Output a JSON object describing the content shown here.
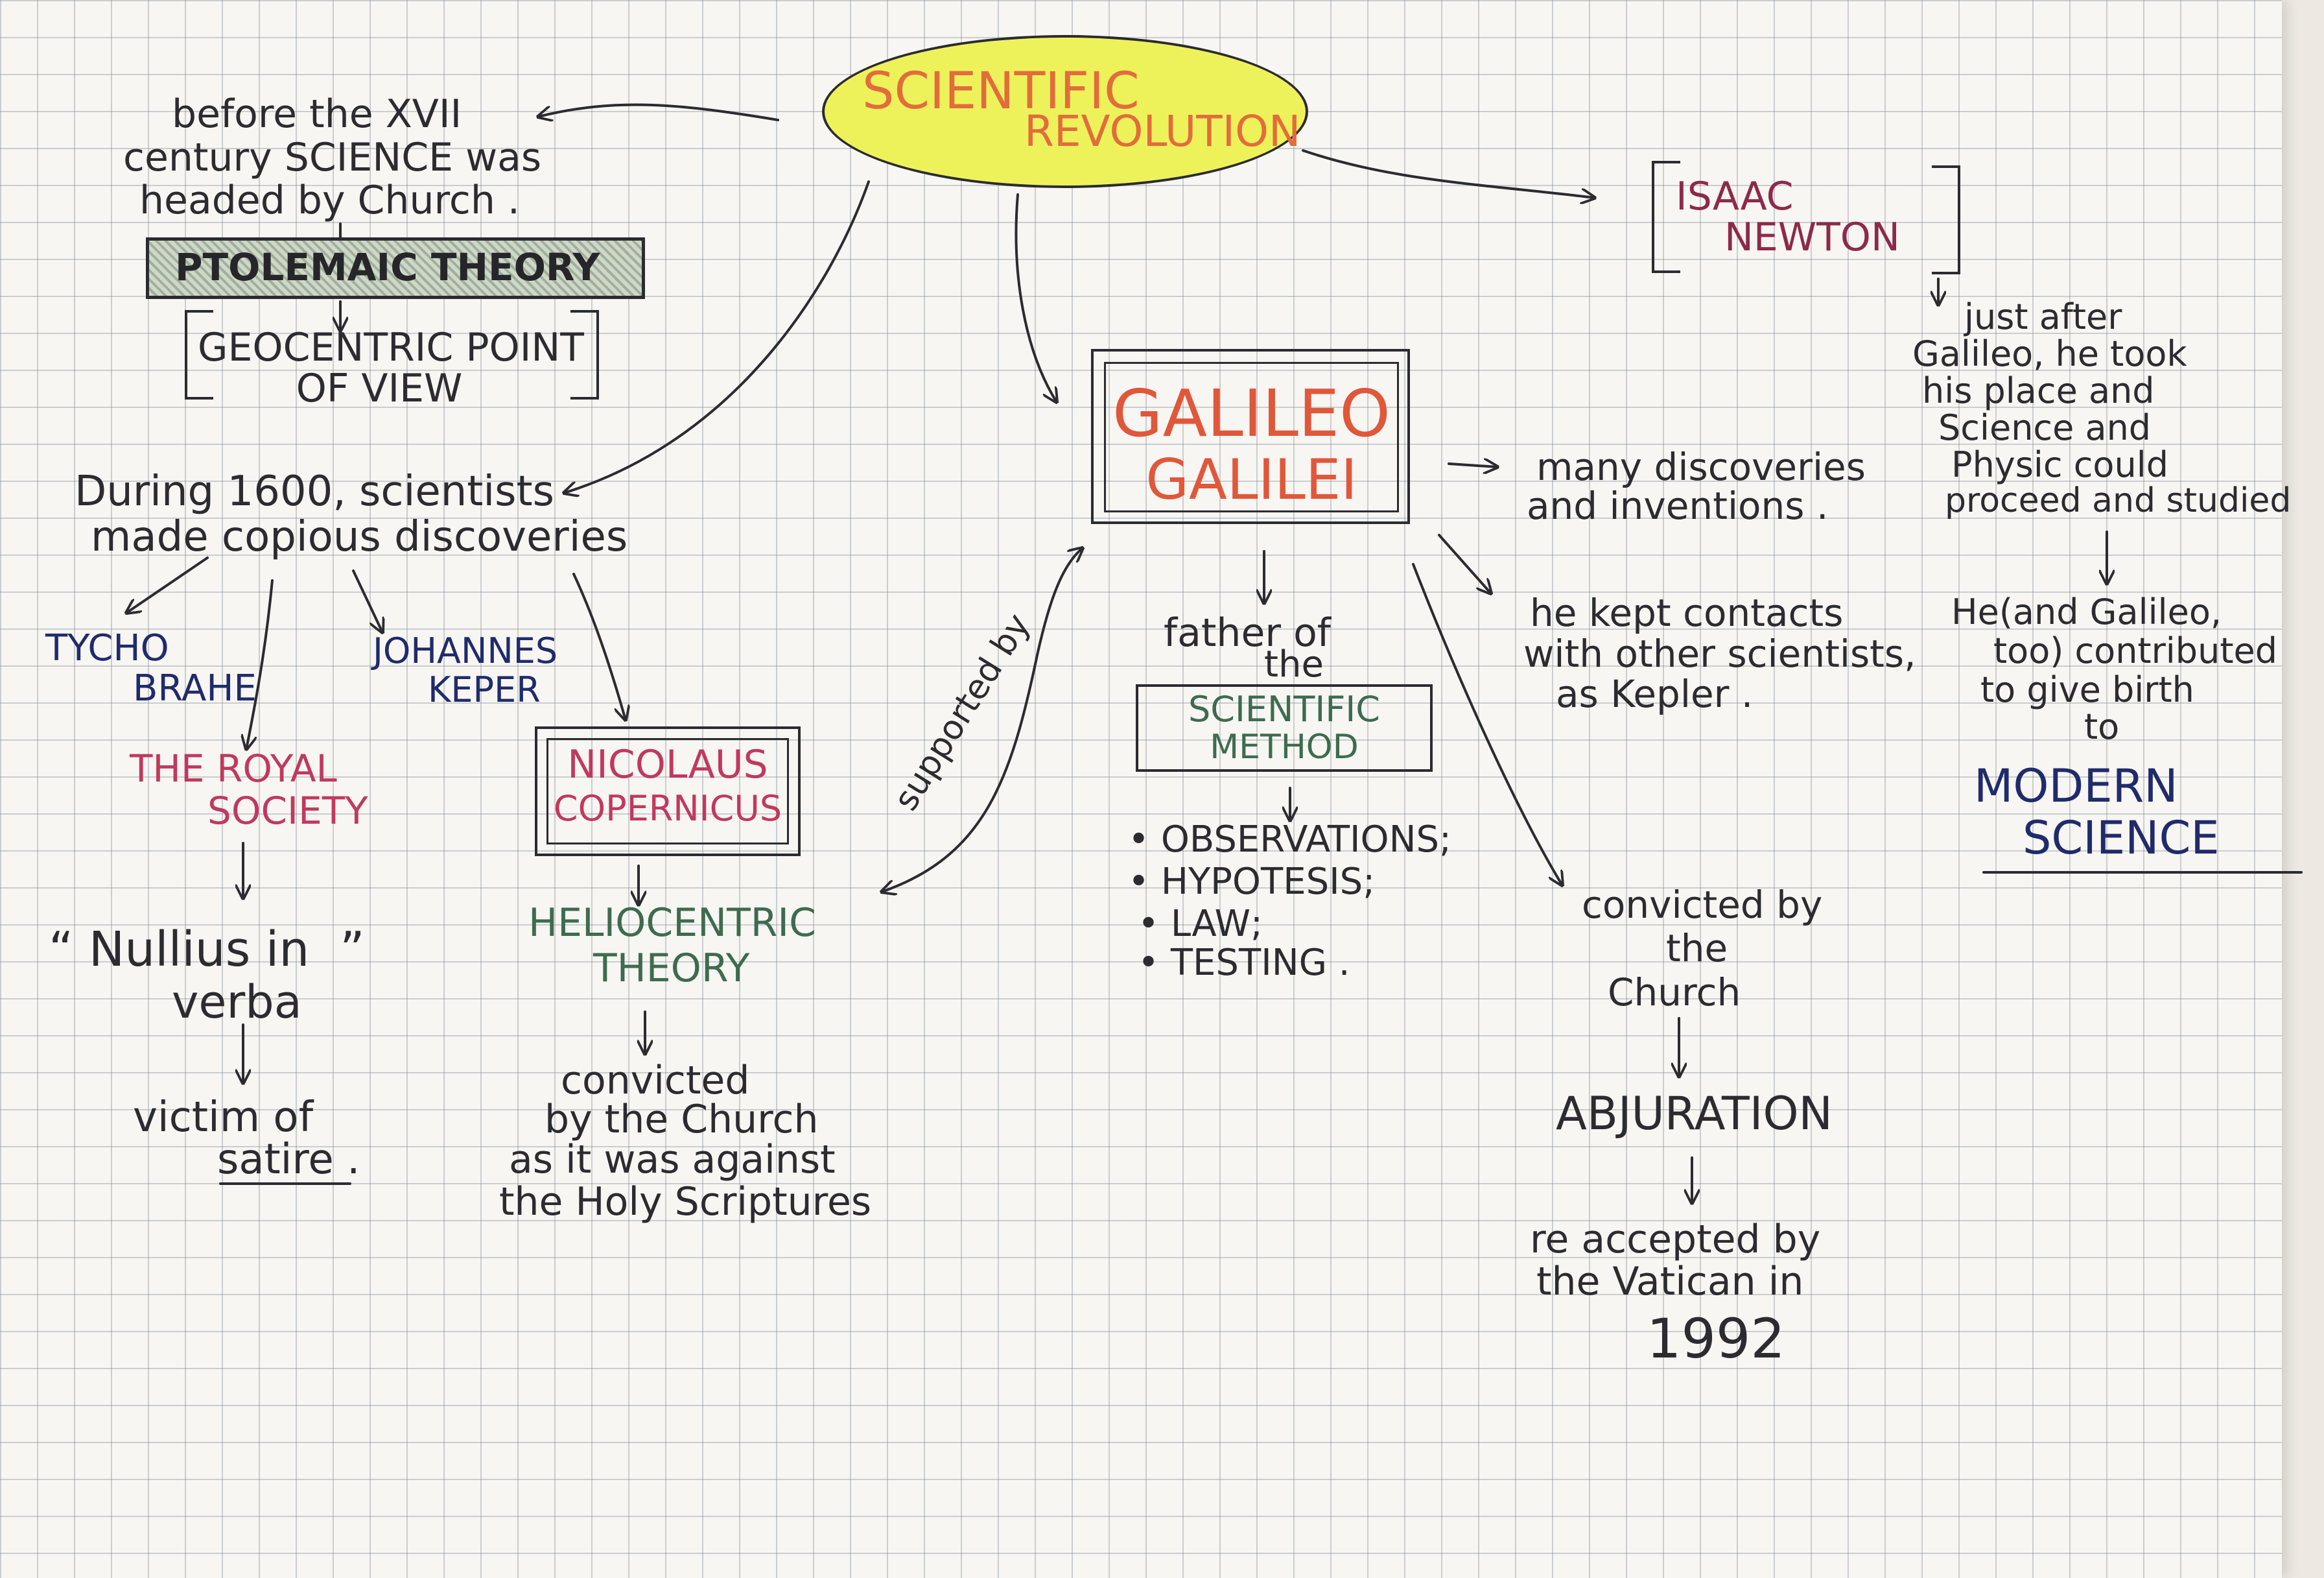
{
  "diagram": {
    "title": [
      "SCIENTIFIC",
      "REVOLUTION"
    ],
    "before": [
      "before the XVII",
      "century SCIENCE was",
      "headed by Church ."
    ],
    "ptolemaic": "PTOLEMAIC THEORY",
    "geocentric": [
      "GEOCENTRIC POINT",
      "OF VIEW"
    ],
    "during": [
      "During 1600, scientists",
      "made copious discoveries"
    ],
    "tycho": [
      "TYCHO",
      "BRAHE"
    ],
    "kepler": [
      "JOHANNES",
      "KEPER"
    ],
    "royal_society": [
      "THE ROYAL",
      "SOCIETY"
    ],
    "nullius": "“Nullius in verba”",
    "nullius_lines": [
      "“ Nullius in  ”",
      "verba"
    ],
    "victim": [
      "victim of",
      "satire ."
    ],
    "copernicus": [
      "NICOLAUS",
      "COPERNICUS"
    ],
    "heliocentric": [
      "HELIOCENTRIC",
      "THEORY"
    ],
    "convicted_copernicus": [
      "convicted",
      "by the Church",
      "as it was against",
      "the Holy Scriptures"
    ],
    "supported_by": "supported by",
    "galileo": [
      "GALILEO",
      "GALILEI"
    ],
    "discoveries": [
      "many discoveries",
      "and inventions ."
    ],
    "contacts": [
      "he kept contacts",
      "with other scientists,",
      "as Kepler ."
    ],
    "father": [
      "father of",
      "the"
    ],
    "method": [
      "SCIENTIFIC",
      "METHOD"
    ],
    "method_steps": [
      "OBSERVATIONS;",
      "HYPOTESIS;",
      "LAW;",
      "TESTING ."
    ],
    "convicted_galileo": [
      "convicted by",
      "the",
      "Church"
    ],
    "abjuration": "ABJURATION",
    "reaccepted": [
      "re accepted by",
      "the Vatican in"
    ],
    "year": "1992",
    "newton": [
      "ISAAC",
      "NEWTON"
    ],
    "newton_text": [
      "just after",
      "Galileo, he took",
      "his place and",
      "Science and",
      "Physic could",
      "proceed and studied"
    ],
    "contribution": [
      "He(and Galileo,",
      "too) contributed",
      "to give birth",
      "to"
    ],
    "modern_science": [
      "MODERN",
      "SCIENCE"
    ]
  }
}
